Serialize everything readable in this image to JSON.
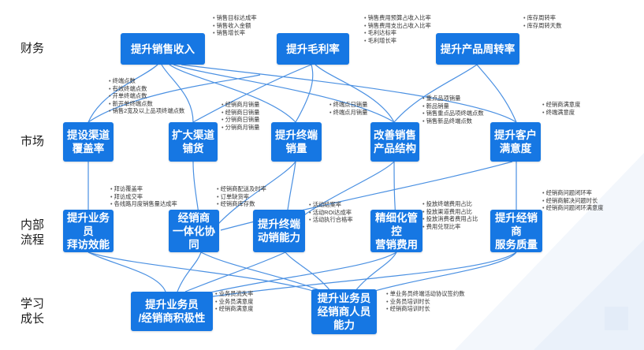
{
  "rows": {
    "finance": "财务",
    "market": "市场",
    "process": "内部\n流程",
    "learning": "学习\n成长"
  },
  "boxes": {
    "sales_revenue": "提升销售收入",
    "gross_margin": "提升毛利率",
    "turnover": "提升产品周转率",
    "channel_coverage": "提设渠道\n覆盖率",
    "channel_stock": "扩大渠道\n铺货",
    "terminal_sales": "提升终端\n销量",
    "product_mix": "改善销售\n产品结构",
    "customer_satisfaction": "提升客户\n满意度",
    "visit_efficiency": "提升业务员\n拜访效能",
    "dealer_coordination": "经销商\n一体化协同",
    "terminal_ability": "提升终端\n动销能力",
    "marketing_cost": "精细化管控\n营销费用",
    "dealer_service": "提升经销商\n服务质量",
    "motivation": "提升业务员\n/经销商积极性",
    "capability": "提升业务员\n经销商人员\n能力"
  },
  "notes": {
    "sales_revenue": [
      "销售目标达成率",
      "销售收入金额",
      "销售增长率"
    ],
    "gross_margin": [
      "销售费用预算占收入比率",
      "销售费用支出占收入比率",
      "毛利达标率",
      "毛利增长率"
    ],
    "turnover": [
      "库存周转率",
      "库存周转天数"
    ],
    "channel_coverage": [
      "终端点数",
      "有效终端点数",
      "开单终端点数",
      "新开单终端点数",
      "销售2宽及以上品项终端点数"
    ],
    "channel_stock": [
      "经销商月销量",
      "经销商日销量",
      "分销商日销量",
      "分销商月销量"
    ],
    "terminal_sales": [
      "终端点日销量",
      "终端点月销量"
    ],
    "product_mix": [
      "重点品项销量",
      "新品销量",
      "销售重点品项终端点数",
      "销售新品终端点数"
    ],
    "customer_satisfaction": [
      "经销商满意度",
      "终端满意度"
    ],
    "visit_efficiency": [
      "拜访覆盖率",
      "拜访成交率",
      "各线路月度销售量达成率"
    ],
    "dealer_coordination": [
      "经销商配送及时率",
      "订单缺货率",
      "经销商库存数"
    ],
    "terminal_ability": [
      "活动结案率",
      "活动ROI达成率",
      "活动执行合格率"
    ],
    "marketing_cost": [
      "投放终端费用占比",
      "投放渠道费用占比",
      "投放消费者费用占比",
      "费用兑现比率"
    ],
    "dealer_service": [
      "经销商问题闭环率",
      "经销商解决问题时长",
      "经销商问题闭环满意度"
    ],
    "motivation": [
      "业务员流失率",
      "业务员满意度",
      "经销商满意度"
    ],
    "capability": [
      "单业务员终端活动协议签约数",
      "业务员培训时长",
      "经销商培训时长"
    ]
  },
  "colors": {
    "box": "#1677e3",
    "line": "#4a90e2",
    "text": "#1a1a1a"
  }
}
